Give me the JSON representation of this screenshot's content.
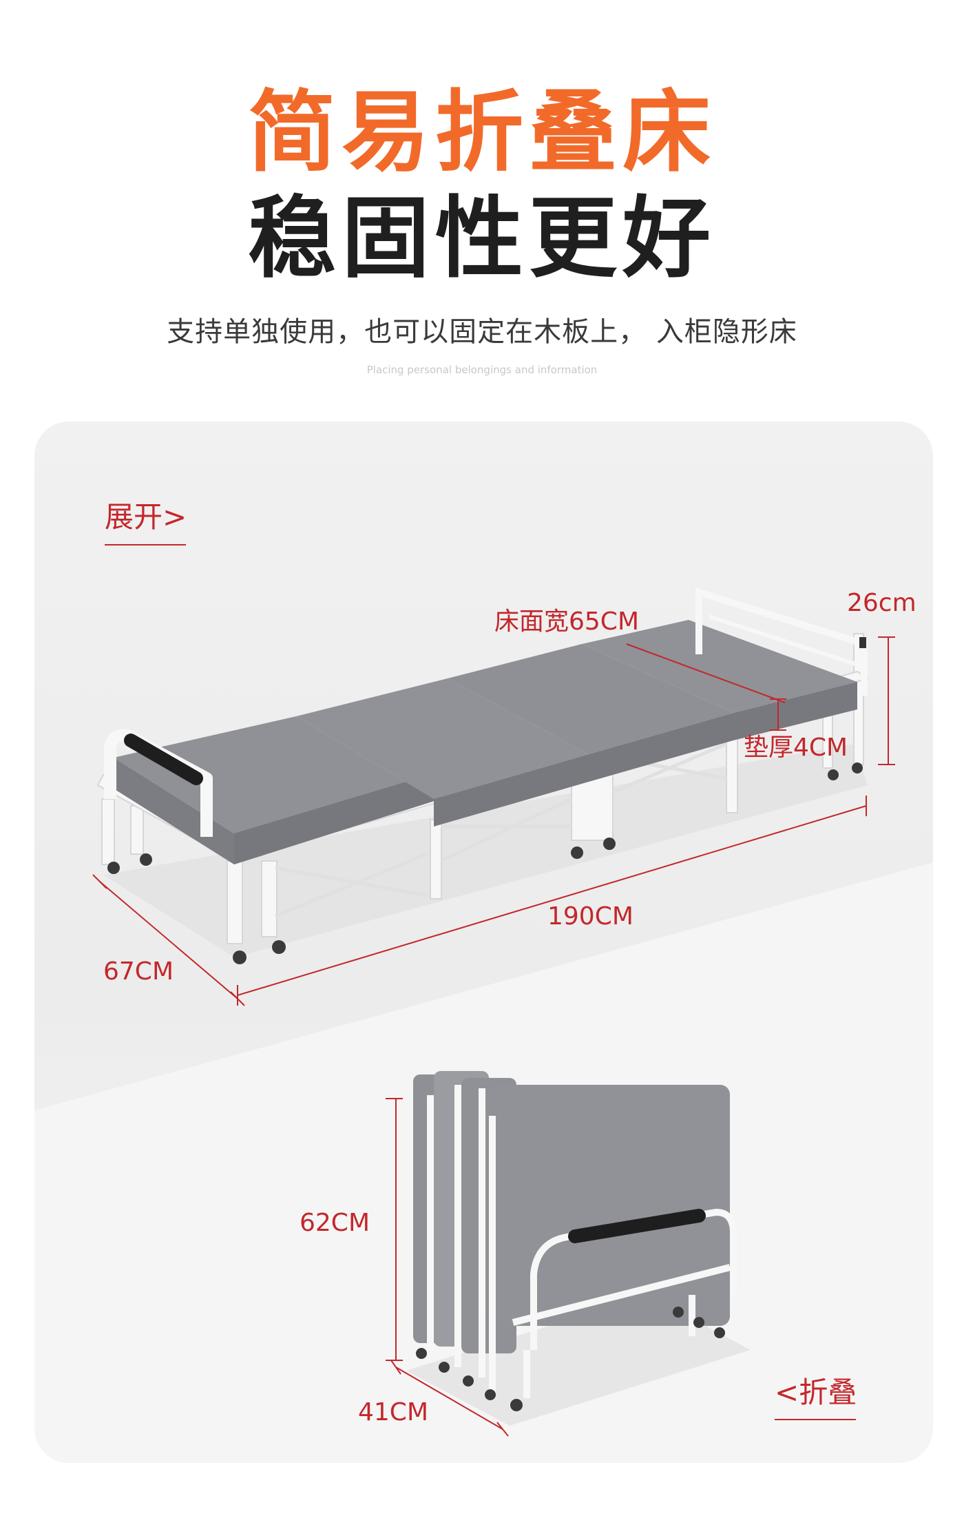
{
  "header": {
    "title_line1": "简易折叠床",
    "title_line2": "稳固性更好",
    "subtitle": "支持单独使用，也可以固定在木板上， 入柜隐形床",
    "subtitle_en": "Placing personal belongings and information"
  },
  "unfolded": {
    "tag": "展开>",
    "bed_width_label": "床面宽65CM",
    "height_label": "26cm",
    "pad_thickness_label": "垫厚4CM",
    "length_label": "190CM",
    "width_label": "67CM"
  },
  "folded": {
    "tag": "<折叠",
    "height_label": "62CM",
    "depth_label": "41CM"
  },
  "colors": {
    "title_orange": "#f26a2a",
    "title_dark": "#1f1f1f",
    "dimension_red": "#c3272b",
    "mattress_gray": "#8f9196",
    "frame_white": "#f7f7f7"
  }
}
